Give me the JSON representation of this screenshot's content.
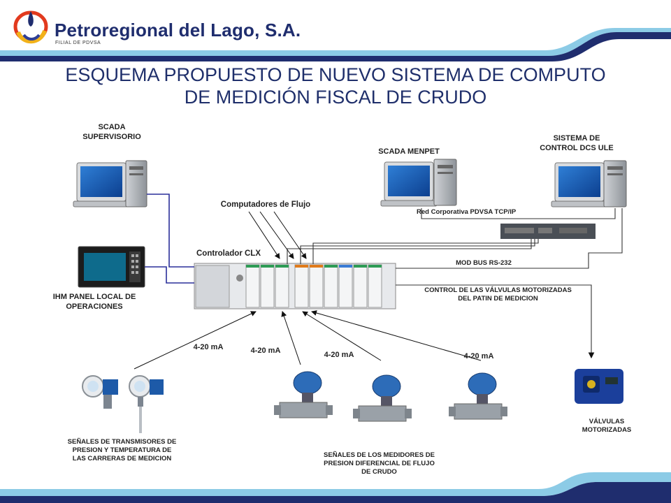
{
  "header": {
    "company": "Petroregional del Lago, S.A.",
    "subtitle": "FILIAL DE PDVSA"
  },
  "title": {
    "line1": "ESQUEMA PROPUESTO DE NUEVO SISTEMA DE COMPUTO",
    "line2": "DE MEDICIÓN FISCAL DE CRUDO"
  },
  "nodes": {
    "scada_supervisorio": [
      "SCADA",
      "SUPERVISORIO"
    ],
    "scada_menpet": "SCADA MENPET",
    "dcs": [
      "SISTEMA DE",
      "CONTROL DCS ULE"
    ],
    "computadores": "Computadores de Flujo",
    "red": "Red Corporativa PDVSA TCP/IP",
    "controlador": "Controlador CLX",
    "modbus": "MOD BUS RS-232",
    "ihm": [
      "IHM PANEL LOCAL DE",
      "OPERACIONES"
    ],
    "control_valvulas": [
      "CONTROL DE LAS VÁLVULAS MOTORIZADAS",
      "DEL PATIN DE MEDICION"
    ],
    "senal_1": "4-20 mA",
    "senal_2": "4-20 mA",
    "senal_3": "4-20 mA",
    "senal_4": "4-20 mA",
    "transmisores": [
      "SEÑALES DE TRANSMISORES DE",
      "PRESION Y TEMPERATURA DE",
      "LAS CARRERAS DE MEDICION"
    ],
    "medidores": [
      "SEÑALES DE LOS MEDIDORES DE",
      "PRESION DIFERENCIAL DE FLUJO",
      "DE CRUDO"
    ],
    "valvulas": [
      "VÁLVULAS",
      "MOTORIZADAS"
    ]
  },
  "colors": {
    "brand_navy": "#1f2d6e",
    "title": "#1f2f6b",
    "link_blue": "#2a2f9a",
    "band_light": "#7fc7e6"
  }
}
